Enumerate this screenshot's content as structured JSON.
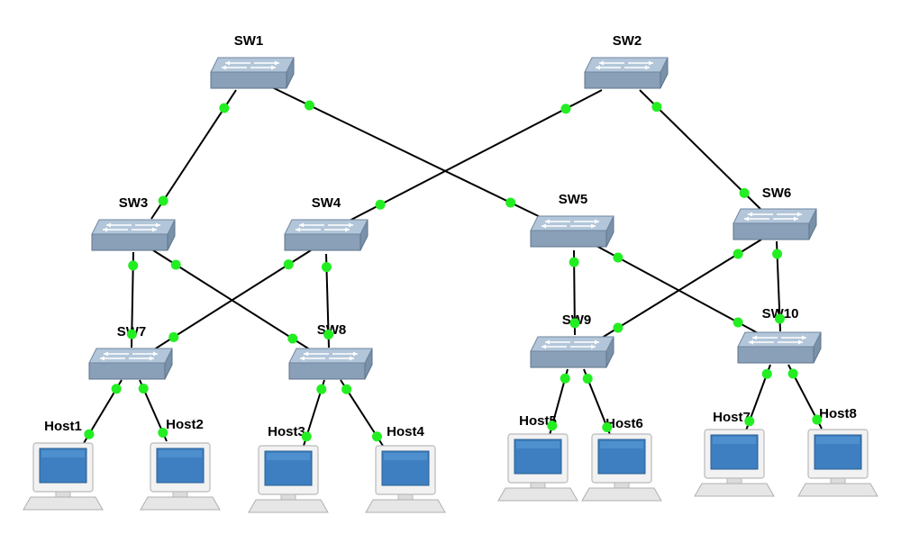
{
  "colors": {
    "background": "#ffffff",
    "link": "#000000",
    "port_dot": "#22ee22",
    "switch_top": "#b3c6d9",
    "switch_side": "#7a91aa",
    "switch_front": "#8aa0b8",
    "monitor_frame": "#f2f2f2",
    "screen": "#3d7fc0"
  },
  "icons": {
    "switch": "network-switch-icon",
    "host": "desktop-computer-icon"
  },
  "switches": [
    {
      "id": "sw1",
      "label": "SW1"
    },
    {
      "id": "sw2",
      "label": "SW2"
    },
    {
      "id": "sw3",
      "label": "SW3"
    },
    {
      "id": "sw4",
      "label": "SW4"
    },
    {
      "id": "sw5",
      "label": "SW5"
    },
    {
      "id": "sw6",
      "label": "SW6"
    },
    {
      "id": "sw7",
      "label": "SW7"
    },
    {
      "id": "sw8",
      "label": "SW8"
    },
    {
      "id": "sw9",
      "label": "SW9"
    },
    {
      "id": "sw10",
      "label": "SW10"
    }
  ],
  "hosts": [
    {
      "id": "host1",
      "label": "Host1"
    },
    {
      "id": "host2",
      "label": "Host2"
    },
    {
      "id": "host3",
      "label": "Host3"
    },
    {
      "id": "host4",
      "label": "Host4"
    },
    {
      "id": "host5",
      "label": "Host5"
    },
    {
      "id": "host6",
      "label": "Host6"
    },
    {
      "id": "host7",
      "label": "Host7"
    },
    {
      "id": "host8",
      "label": "Host8"
    }
  ],
  "links": [
    {
      "from": "sw1",
      "to": "sw3"
    },
    {
      "from": "sw1",
      "to": "sw5"
    },
    {
      "from": "sw2",
      "to": "sw4"
    },
    {
      "from": "sw2",
      "to": "sw6"
    },
    {
      "from": "sw3",
      "to": "sw7"
    },
    {
      "from": "sw3",
      "to": "sw8"
    },
    {
      "from": "sw4",
      "to": "sw7"
    },
    {
      "from": "sw4",
      "to": "sw8"
    },
    {
      "from": "sw5",
      "to": "sw9"
    },
    {
      "from": "sw5",
      "to": "sw10"
    },
    {
      "from": "sw6",
      "to": "sw9"
    },
    {
      "from": "sw6",
      "to": "sw10"
    },
    {
      "from": "sw7",
      "to": "host1"
    },
    {
      "from": "sw7",
      "to": "host2"
    },
    {
      "from": "sw8",
      "to": "host3"
    },
    {
      "from": "sw8",
      "to": "host4"
    },
    {
      "from": "sw9",
      "to": "host5"
    },
    {
      "from": "sw9",
      "to": "host6"
    },
    {
      "from": "sw10",
      "to": "host7"
    },
    {
      "from": "sw10",
      "to": "host8"
    }
  ]
}
